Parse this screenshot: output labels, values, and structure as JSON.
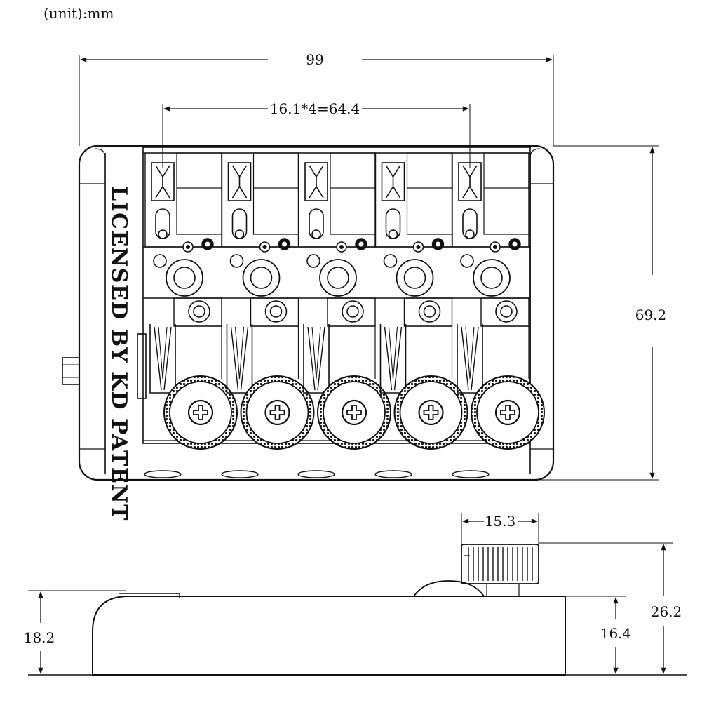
{
  "unit_label": "(unit):mm",
  "top_view": {
    "side_text": "LICENSED BY KD PATENT",
    "string_count": 5,
    "dimensions": {
      "overall_width": "99",
      "string_spacing": "16.1*4=64.4",
      "overall_depth": "69.2"
    }
  },
  "side_view": {
    "dimensions": {
      "knob_diameter": "15.3",
      "base_height": "18.2",
      "body_height": "16.4",
      "overall_height": "26.2"
    }
  },
  "colors": {
    "line": "#111111",
    "background": "#ffffff"
  }
}
